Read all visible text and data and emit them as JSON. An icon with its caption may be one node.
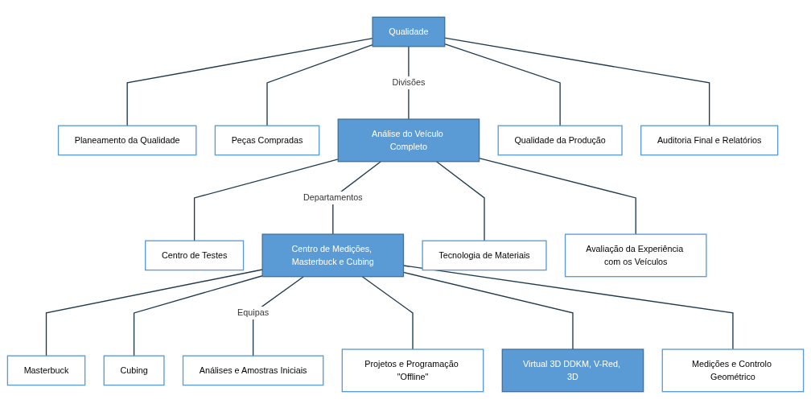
{
  "diagram": {
    "nodes": [
      {
        "text": [
          "Qualidade"
        ]
      },
      {
        "text": [
          "Planeamento da Qualidade"
        ]
      },
      {
        "text": [
          "Peças Compradas"
        ]
      },
      {
        "text": [
          "Análise do Veículo Completo"
        ]
      },
      {
        "text": [
          "Qualidade da Produção"
        ]
      },
      {
        "text": [
          "Auditoria Final e Relatórios"
        ]
      },
      {
        "text": [
          "Centro de Testes"
        ]
      },
      {
        "text": [
          "Centro de Medições, Masterbuck e Cubing"
        ]
      },
      {
        "text": [
          "Tecnologia de Materiais"
        ]
      },
      {
        "text": [
          "Avaliação da Experiência com os Veículos"
        ]
      },
      {
        "text": [
          "Masterbuck"
        ]
      },
      {
        "text": [
          "Cubing"
        ]
      },
      {
        "text": [
          "Análises e Amostras Iniciais"
        ]
      },
      {
        "text": [
          "Projetos e Programação \"Offline\""
        ]
      },
      {
        "text": [
          "Virtual 3D DDKM, V-Red, 3D"
        ]
      },
      {
        "text": [
          "Medições e Controlo Geométrico"
        ]
      }
    ],
    "edges": [
      {
        "from": 0,
        "to": 1,
        "arrow": "none"
      },
      {
        "from": 0,
        "to": 2,
        "arrow": "none"
      },
      {
        "from": 0,
        "to": 3,
        "arrow": "none",
        "label": "Divisões"
      },
      {
        "from": 0,
        "to": 4,
        "arrow": "none"
      },
      {
        "from": 0,
        "to": 5,
        "arrow": "none"
      },
      {
        "from": 3,
        "to": 6,
        "arrow": "none"
      },
      {
        "from": 3,
        "to": 7,
        "arrow": "none",
        "label": "Departamentos"
      },
      {
        "from": 3,
        "to": 8,
        "arrow": "none"
      },
      {
        "from": 3,
        "to": 9,
        "arrow": "none"
      },
      {
        "from": 7,
        "to": 10,
        "arrow": "none"
      },
      {
        "from": 7,
        "to": 11,
        "arrow": "none"
      },
      {
        "from": 7,
        "to": 12,
        "arrow": "none",
        "label": "Equipas"
      },
      {
        "from": 7,
        "to": 13,
        "arrow": "none"
      },
      {
        "from": 7,
        "to": 14,
        "arrow": "none"
      },
      {
        "from": 7,
        "to": 15,
        "arrow": "none"
      }
    ]
  }
}
